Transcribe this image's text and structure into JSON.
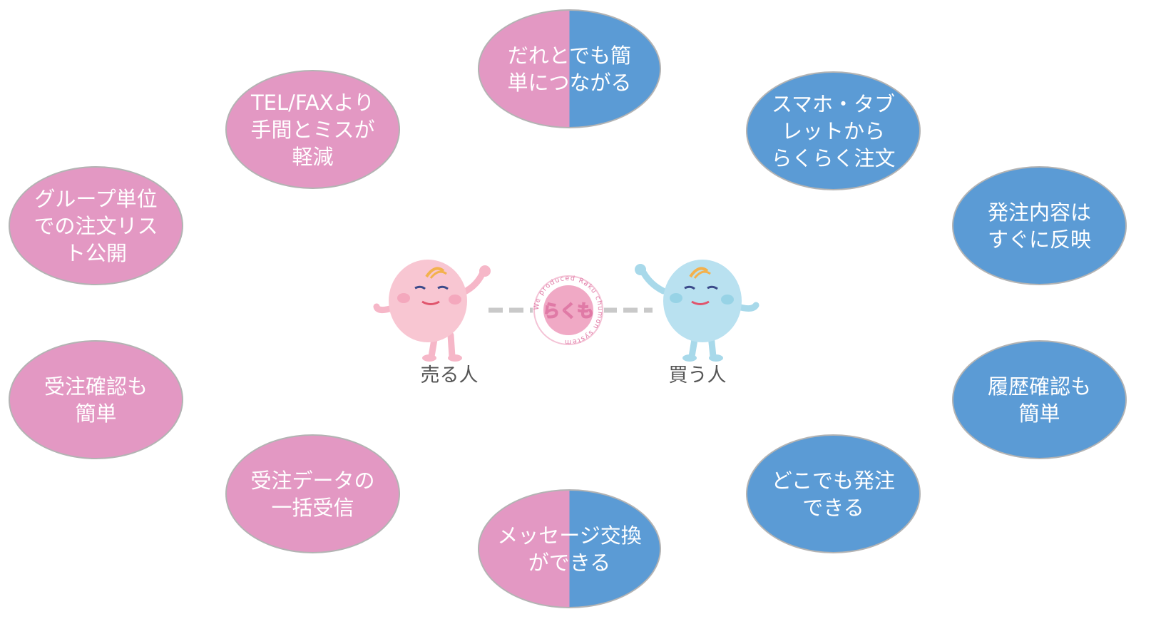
{
  "colors": {
    "seller": "#e398c3",
    "buyer": "#5b9bd5",
    "connector": "#c9c9c9"
  },
  "center": {
    "seller_label": "売る人",
    "buyer_label": "買う人",
    "logo_text": "らくも",
    "logo_ring_text": "We produced Raku chumon system"
  },
  "nodes": {
    "top": {
      "label": "だれとでも簡\n単につながる",
      "side": "both"
    },
    "bottom": {
      "label": "メッセージ交換\nができる",
      "side": "both"
    },
    "seller_1": {
      "label": "TEL/FAXより\n手間とミスが\n軽減",
      "side": "seller"
    },
    "seller_2": {
      "label": "グループ単位\nでの注文リス\nト公開",
      "side": "seller"
    },
    "seller_3": {
      "label": "受注確認も\n簡単",
      "side": "seller"
    },
    "seller_4": {
      "label": "受注データの\n一括受信",
      "side": "seller"
    },
    "buyer_1": {
      "label": "スマホ・タブ\nレットから\nらくらく注文",
      "side": "buyer"
    },
    "buyer_2": {
      "label": "発注内容は\nすぐに反映",
      "side": "buyer"
    },
    "buyer_3": {
      "label": "履歴確認も\n簡単",
      "side": "buyer"
    },
    "buyer_4": {
      "label": "どこでも発注\nできる",
      "side": "buyer"
    }
  }
}
